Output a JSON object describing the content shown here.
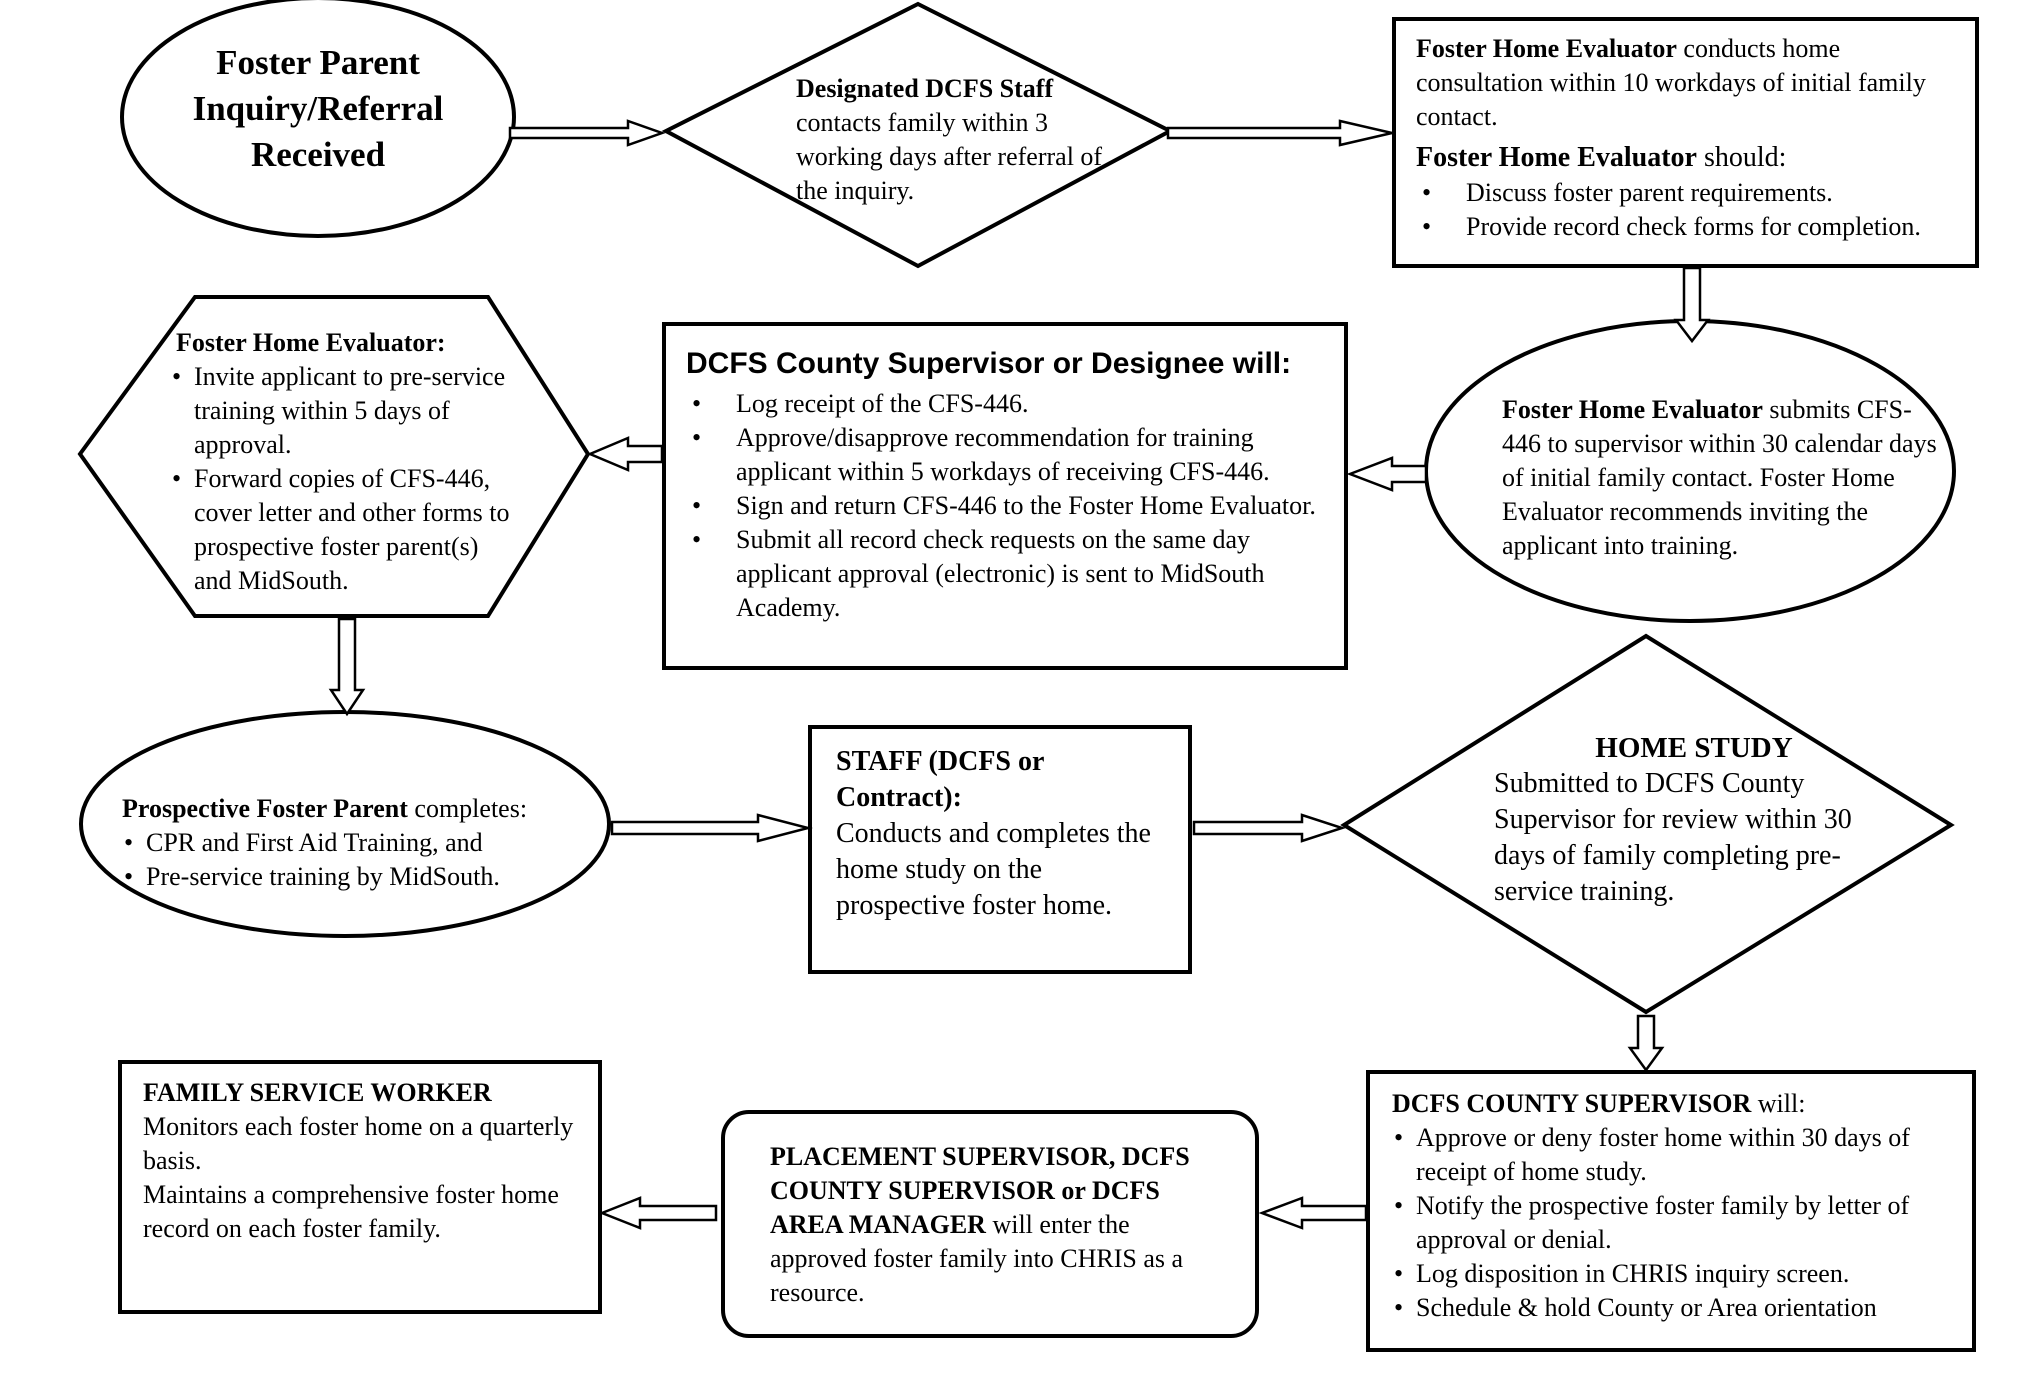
{
  "nodes": {
    "inquiry": {
      "title": "Foster Parent Inquiry/Referral Received"
    },
    "contact": {
      "bold": "Designated DCFS Staff",
      "text": "contacts family within 3 working days after referral of the inquiry."
    },
    "consult": {
      "bold1": "Foster Home Evaluator",
      "text1": "conducts home consultation within 10 workdays of initial family contact.",
      "bold2": "Foster Home Evaluator",
      "text2": "should:",
      "items": [
        "Discuss foster parent requirements.",
        "Provide record check forms for completion."
      ]
    },
    "submit": {
      "bold": "Foster Home Evaluator",
      "text": "submits CFS-446 to supervisor within 30 calendar days of initial family contact. Foster Home Evaluator recommends inviting the applicant into training."
    },
    "supervisor": {
      "title": "DCFS County Supervisor or Designee will:",
      "items": [
        "Log receipt of the CFS-446.",
        "Approve/disapprove recommendation for training applicant within 5 workdays of receiving CFS-446.",
        "Sign and return CFS-446 to the Foster Home Evaluator.",
        "Submit all record check requests on the same day applicant approval (electronic) is sent to MidSouth Academy."
      ]
    },
    "evaluator": {
      "title": "Foster Home Evaluator:",
      "items": [
        "Invite applicant to pre-service training within 5 days of approval.",
        "Forward copies of CFS-446, cover letter and other forms to prospective foster parent(s) and MidSouth."
      ]
    },
    "prospective": {
      "bold": "Prospective Foster Parent",
      "text": "completes:",
      "items": [
        "CPR and First Aid Training, and",
        "Pre-service training by MidSouth."
      ]
    },
    "staff": {
      "title": "STAFF (DCFS or Contract):",
      "text": "Conducts and completes the home study on the prospective foster home."
    },
    "homestudy": {
      "title": "HOME STUDY",
      "text": "Submitted to DCFS County Supervisor for review within 30 days of family completing pre-service training."
    },
    "countysup": {
      "bold": "DCFS COUNTY SUPERVISOR",
      "text": "will:",
      "items": [
        "Approve or deny foster home within 30 days of receipt of home study.",
        "Notify the prospective foster family by letter of approval or denial.",
        "Log disposition in CHRIS inquiry screen.",
        "Schedule & hold County or Area orientation"
      ]
    },
    "placement": {
      "bold": "PLACEMENT SUPERVISOR, DCFS COUNTY SUPERVISOR or DCFS AREA MANAGER",
      "text": "will enter the approved foster family into CHRIS as a resource."
    },
    "fsw": {
      "title": "FAMILY SERVICE WORKER",
      "text1": "Monitors each foster home on a quarterly basis.",
      "text2": "Maintains a comprehensive foster home record on each foster family."
    }
  }
}
